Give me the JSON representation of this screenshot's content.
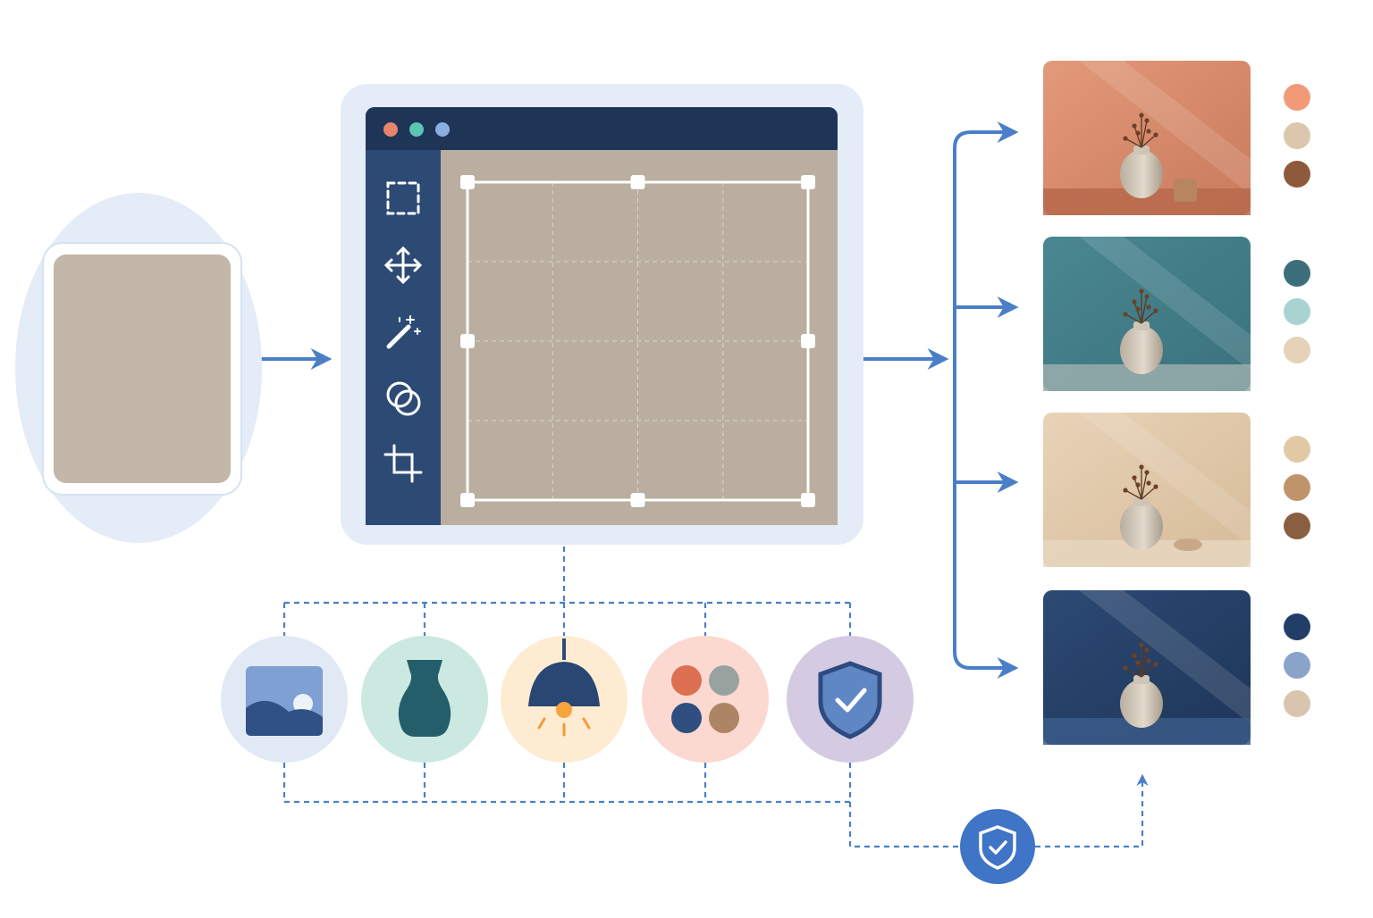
{
  "colors": {
    "accent": "#4a7fc8",
    "navy": "#1f3558",
    "sidebar": "#2c4a74",
    "halo": "#e3ecf7",
    "photo_wall": "#c9bfb1",
    "vase": "#d8d0c4"
  },
  "window_controls": [
    {
      "name": "close-dot",
      "color": "#e8846b"
    },
    {
      "name": "minimize-dot",
      "color": "#5cc6b4"
    },
    {
      "name": "maximize-dot",
      "color": "#8aaee0"
    }
  ],
  "tools": [
    {
      "name": "marquee-select-icon"
    },
    {
      "name": "move-tool-icon"
    },
    {
      "name": "magic-wand-icon"
    },
    {
      "name": "blend-circles-icon"
    },
    {
      "name": "crop-tool-icon"
    }
  ],
  "features": [
    {
      "name": "background-feature",
      "icon": "landscape-image-icon",
      "bg": "#e1e9f4"
    },
    {
      "name": "object-feature",
      "icon": "vase-icon",
      "bg": "#cbe9e1"
    },
    {
      "name": "lighting-feature",
      "icon": "pendant-lamp-icon",
      "bg": "#fdecd1"
    },
    {
      "name": "palette-feature",
      "icon": "color-palette-icon",
      "bg": "#fbd9d0"
    },
    {
      "name": "quality-feature",
      "icon": "shield-check-icon",
      "bg": "#d4cbe3"
    }
  ],
  "variants": [
    {
      "name": "terracotta-variant",
      "bg_top": "#e39a7a",
      "bg_bottom": "#c97a5c",
      "table": "#b8694c",
      "swatches": [
        "#f29a78",
        "#dcc6ad",
        "#8f5a3c"
      ]
    },
    {
      "name": "teal-variant",
      "bg_top": "#4a8791",
      "bg_bottom": "#3a727c",
      "table": "#9aaeae",
      "swatches": [
        "#3c6e7b",
        "#a8d3d0",
        "#e5d2b8"
      ]
    },
    {
      "name": "beige-variant",
      "bg_top": "#e8d3b8",
      "bg_bottom": "#d6bb98",
      "table": "#e6d6c0",
      "swatches": [
        "#e2c9a6",
        "#c0946a",
        "#8a5e41"
      ]
    },
    {
      "name": "navy-variant",
      "bg_top": "#2c4a74",
      "bg_bottom": "#1e3558",
      "table": "#3a5c88",
      "swatches": [
        "#233e66",
        "#8aa3c9",
        "#d9c5ad"
      ]
    }
  ]
}
